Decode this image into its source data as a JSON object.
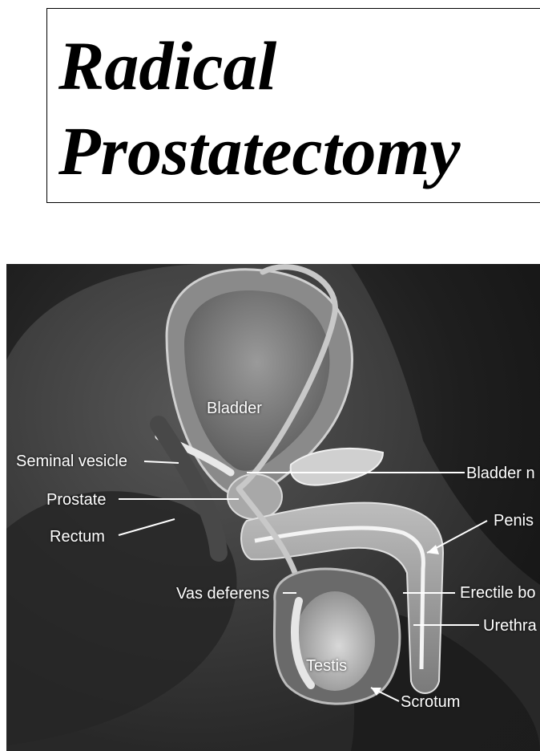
{
  "title": {
    "line1": "Radical",
    "line2": "Prostatectomy"
  },
  "figure": {
    "labels": {
      "bladder": "Bladder",
      "seminal_vesicle": "Seminal vesicle",
      "prostate": "Prostate",
      "rectum": "Rectum",
      "vas_deferens": "Vas deferens",
      "testis": "Testis",
      "scrotum": "Scrotum",
      "bladder_neck": "Bladder n",
      "penis": "Penis",
      "erectile_body": "Erectile bo",
      "urethra": "Urethra"
    }
  }
}
